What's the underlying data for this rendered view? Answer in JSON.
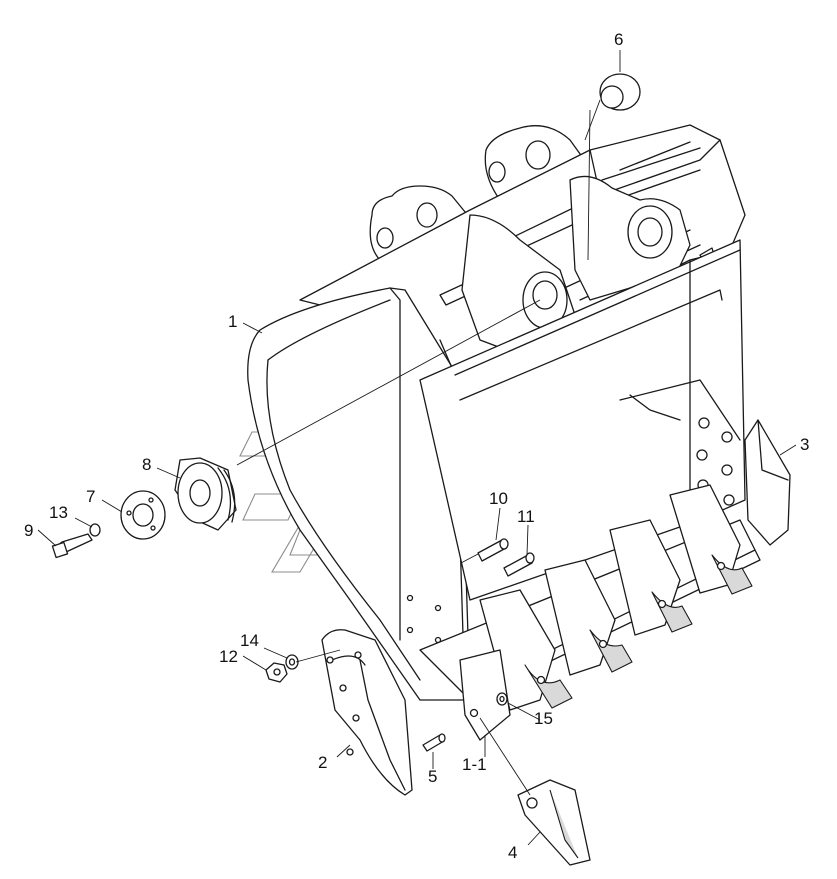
{
  "diagram": {
    "callouts": [
      {
        "id": "c1",
        "label": "1"
      },
      {
        "id": "c1-1",
        "label": "1-1"
      },
      {
        "id": "c2",
        "label": "2"
      },
      {
        "id": "c3",
        "label": "3"
      },
      {
        "id": "c4",
        "label": "4"
      },
      {
        "id": "c5",
        "label": "5"
      },
      {
        "id": "c6",
        "label": "6"
      },
      {
        "id": "c7",
        "label": "7"
      },
      {
        "id": "c8",
        "label": "8"
      },
      {
        "id": "c9",
        "label": "9"
      },
      {
        "id": "c10",
        "label": "10"
      },
      {
        "id": "c11",
        "label": "11"
      },
      {
        "id": "c12",
        "label": "12"
      },
      {
        "id": "c13",
        "label": "13"
      },
      {
        "id": "c14",
        "label": "14"
      },
      {
        "id": "c15",
        "label": "15"
      }
    ],
    "colors": {
      "line": "#1a1a1a",
      "shade": "#d9d9d9",
      "watermark": "#8c8c8c",
      "background": "#ffffff"
    }
  }
}
